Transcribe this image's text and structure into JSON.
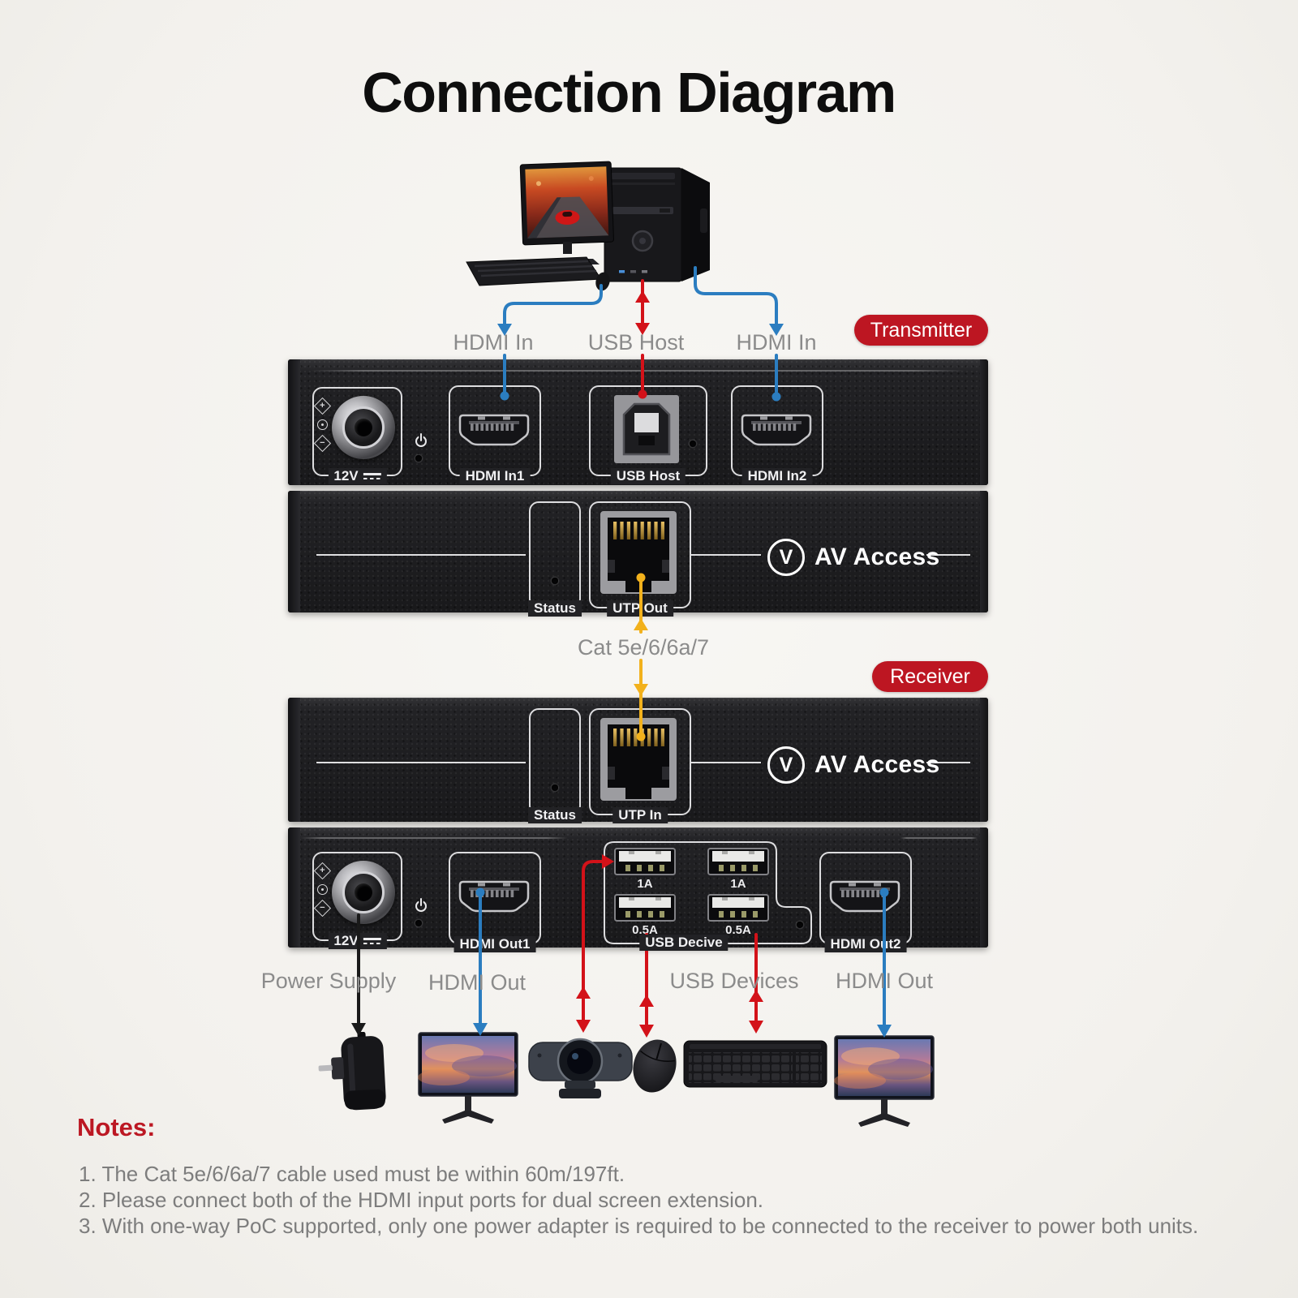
{
  "title": "Connection Diagram",
  "brand": "AV Access",
  "badges": {
    "transmitter": "Transmitter",
    "receiver": "Receiver"
  },
  "top_ports": [
    "HDMI In",
    "USB Host",
    "HDMI In"
  ],
  "cable_label": "Cat 5e/6/6a/7",
  "tx_rear": {
    "power": "12V",
    "hdmi1": "HDMI In1",
    "usb": "USB Host",
    "hdmi2": "HDMI In2"
  },
  "tx_front": {
    "status": "Status",
    "utp": "UTP Out"
  },
  "rx_front": {
    "status": "Status",
    "utp": "UTP In"
  },
  "rx_rear": {
    "power": "12V",
    "hdmi1": "HDMI Out1",
    "hdmi2": "HDMI Out2",
    "usb_group": "USB Decive",
    "amp_high": "1A",
    "amp_low": "0.5A"
  },
  "bottom_ports": [
    "Power Supply",
    "HDMI Out",
    "USB Devices",
    "HDMI Out"
  ],
  "notes": {
    "heading": "Notes:",
    "items": [
      "1. The Cat 5e/6/6a/7 cable used must be within 60m/197ft.",
      "2. Please connect both of the HDMI input ports for dual screen extension.",
      "3. With one-way PoC supported, only one power adapter is required to be connected to the receiver to power both units."
    ]
  },
  "colors": {
    "badge-red": "#bd1622",
    "arrow-blue": "#2b7dc0",
    "arrow-red": "#d31219",
    "arrow-yellow": "#f2b11c",
    "arrow-black": "#1a1a1a",
    "label-gray": "#8b8b8b",
    "notes-red": "#bc1823",
    "notes-gray": "#7d7d7d"
  }
}
